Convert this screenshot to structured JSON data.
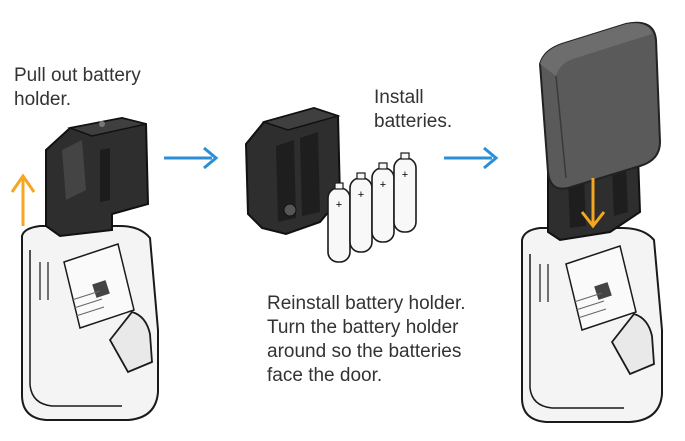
{
  "steps": {
    "pull_out": {
      "lines": [
        "Pull out battery",
        "holder."
      ]
    },
    "install": {
      "lines": [
        "Install",
        "batteries."
      ]
    },
    "reinstall": {
      "lines": [
        "Reinstall battery holder.",
        "Turn the battery holder",
        "around so the batteries",
        "face the door."
      ]
    }
  },
  "colors": {
    "step_arrow": "#2a8fd6",
    "motion_arrow": "#f5a623",
    "holder": "#2e2e2e",
    "lock_body": "#f4f4f4",
    "outline": "#1a1a1a",
    "cover": "#5a5a5a"
  },
  "icons": {
    "step_arrow": "arrow-right-icon",
    "pull_arrow": "arrow-up-icon",
    "insert_arrow": "arrow-down-icon",
    "battery_plus": "plus-icon"
  }
}
